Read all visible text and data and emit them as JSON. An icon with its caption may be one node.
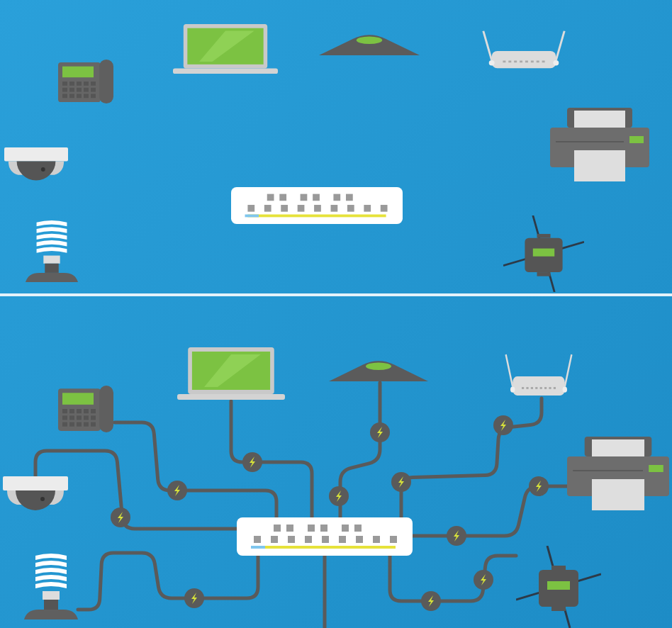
{
  "diagram": {
    "nodes": [
      {
        "text": [],
        "shape": "picture"
      },
      {
        "text": [],
        "shape": "picture"
      },
      {
        "text": [],
        "shape": "picture"
      },
      {
        "text": [],
        "shape": "picture"
      },
      {
        "text": [],
        "shape": "picture"
      },
      {
        "text": [],
        "shape": "picture"
      },
      {
        "text": [],
        "shape": "picture"
      },
      {
        "text": [],
        "shape": "picture"
      },
      {
        "text": [],
        "shape": "picture"
      },
      {
        "text": [],
        "shape": "picture"
      },
      {
        "text": [],
        "shape": "picture"
      },
      {
        "text": [],
        "shape": "picture"
      },
      {
        "text": [],
        "shape": "picture"
      },
      {
        "text": [],
        "shape": "picture"
      },
      {
        "text": [],
        "shape": "picture"
      },
      {
        "text": [],
        "shape": "picture"
      },
      {
        "text": [],
        "shape": "picture"
      },
      {
        "text": [],
        "shape": "picture"
      }
    ],
    "edges": [
      {
        "from": 12,
        "to": 15,
        "arrow": "none"
      },
      {
        "from": 9,
        "to": 15,
        "arrow": "none"
      },
      {
        "from": 10,
        "to": 15,
        "arrow": "none"
      },
      {
        "from": 11,
        "to": 15,
        "arrow": "none"
      },
      {
        "from": 13,
        "to": 15,
        "arrow": "none"
      },
      {
        "from": 17,
        "to": 15,
        "arrow": "none"
      },
      {
        "from": 14,
        "to": 15,
        "arrow": "none"
      },
      {
        "from": 16,
        "to": 15,
        "arrow": "none"
      },
      {
        "from": 15,
        "to": null,
        "arrow": "none"
      }
    ]
  }
}
